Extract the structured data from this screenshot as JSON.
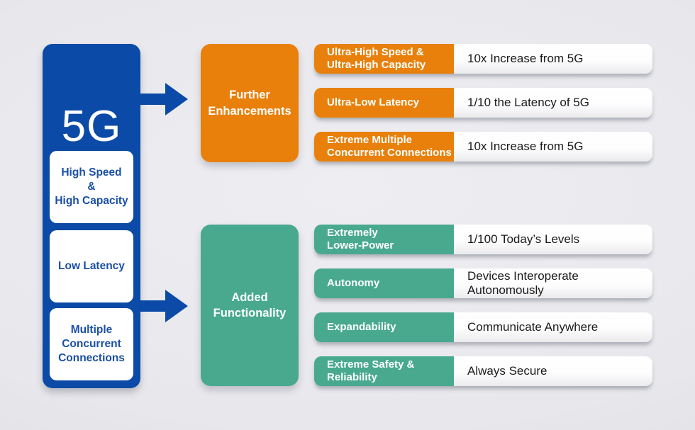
{
  "diagram": {
    "source": {
      "title": "5G",
      "features": [
        {
          "label": "High Speed\n&\nHigh Capacity"
        },
        {
          "label": "Low Latency"
        },
        {
          "label": "Multiple\nConcurrent\nConnections"
        }
      ]
    },
    "sections": [
      {
        "title": "Further\nEnhancements",
        "rows": [
          {
            "label": "Ultra-High Speed &\nUltra-High Capacity",
            "value": "10x Increase from 5G"
          },
          {
            "label": "Ultra-Low Latency",
            "value": "1/10 the Latency of 5G"
          },
          {
            "label": "Extreme Multiple\nConcurrent Connections",
            "value": "10x Increase from 5G"
          }
        ]
      },
      {
        "title": "Added\nFunctionality",
        "rows": [
          {
            "label": "Extremely\nLower-Power",
            "value": "1/100 Today’s Levels"
          },
          {
            "label": "Autonomy",
            "value": "Devices Interoperate Autonomously"
          },
          {
            "label": "Expandability",
            "value": "Communicate Anywhere"
          },
          {
            "label": "Extreme Safety &\nReliability",
            "value": "Always Secure"
          }
        ]
      }
    ]
  },
  "colors": {
    "background": "#e8e8ec",
    "blue": "#0b4aa6",
    "orange": "#e8800b",
    "teal": "#48a98f",
    "value_text": "#1a1a1a",
    "feature_text": "#1a4fa5"
  }
}
